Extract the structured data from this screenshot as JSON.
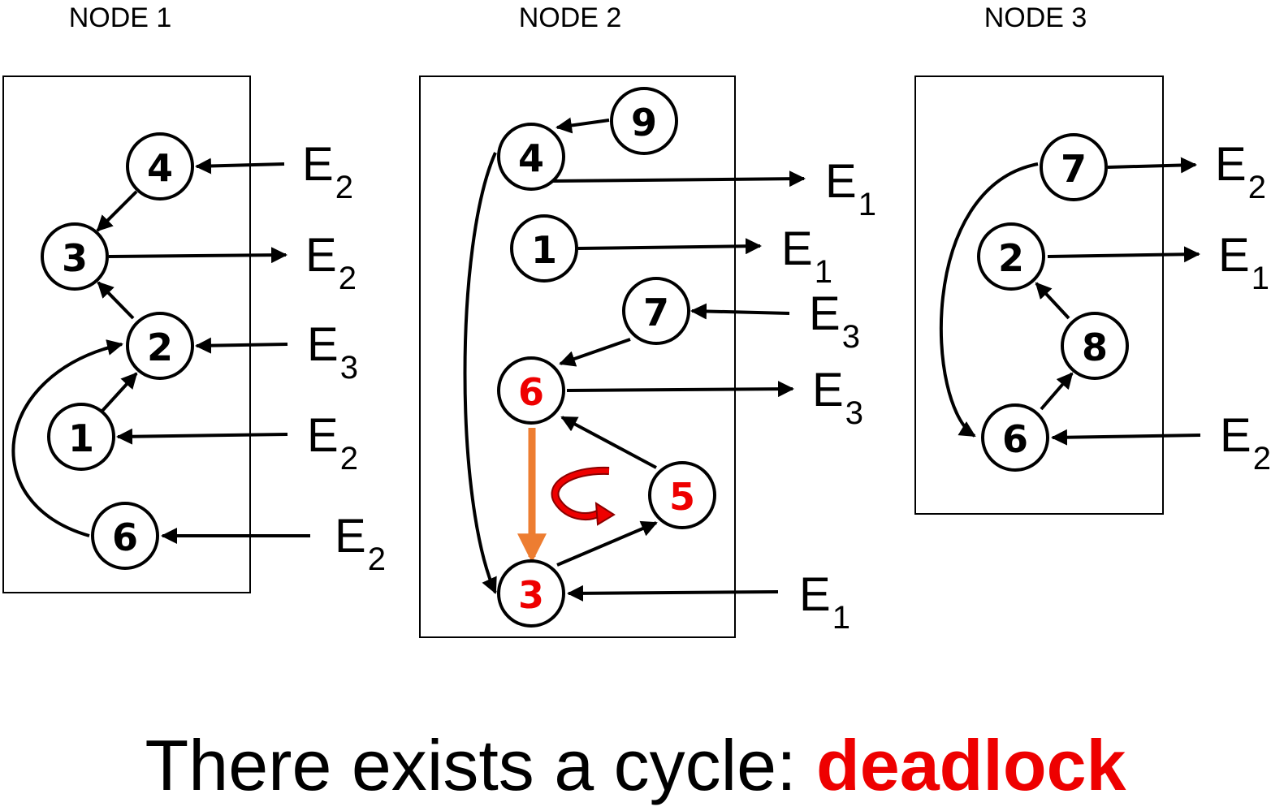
{
  "colors": {
    "highlight": "#ee0000",
    "wait_edge": "#ed7d31",
    "ink": "#000000"
  },
  "panels": [
    {
      "title": "NODE 1",
      "vertices": [
        {
          "label": "4",
          "highlight": false
        },
        {
          "label": "3",
          "highlight": false
        },
        {
          "label": "2",
          "highlight": false
        },
        {
          "label": "1",
          "highlight": false
        },
        {
          "label": "6",
          "highlight": false
        }
      ],
      "externals": [
        {
          "base": "E",
          "sub": "2"
        },
        {
          "base": "E",
          "sub": "2"
        },
        {
          "base": "E",
          "sub": "3"
        },
        {
          "base": "E",
          "sub": "2"
        },
        {
          "base": "E",
          "sub": "2"
        }
      ]
    },
    {
      "title": "NODE 2",
      "vertices": [
        {
          "label": "9",
          "highlight": false
        },
        {
          "label": "4",
          "highlight": false
        },
        {
          "label": "1",
          "highlight": false
        },
        {
          "label": "7",
          "highlight": false
        },
        {
          "label": "6",
          "highlight": true
        },
        {
          "label": "5",
          "highlight": true
        },
        {
          "label": "3",
          "highlight": true
        }
      ],
      "externals": [
        {
          "base": "E",
          "sub": "1"
        },
        {
          "base": "E",
          "sub": "1"
        },
        {
          "base": "E",
          "sub": "3"
        },
        {
          "base": "E",
          "sub": "3"
        },
        {
          "base": "E",
          "sub": "1"
        }
      ]
    },
    {
      "title": "NODE 3",
      "vertices": [
        {
          "label": "7",
          "highlight": false
        },
        {
          "label": "2",
          "highlight": false
        },
        {
          "label": "8",
          "highlight": false
        },
        {
          "label": "6",
          "highlight": false
        }
      ],
      "externals": [
        {
          "base": "E",
          "sub": "2"
        },
        {
          "base": "E",
          "sub": "1"
        },
        {
          "base": "E",
          "sub": "2"
        }
      ]
    }
  ],
  "caption": {
    "text": "There exists a cycle: ",
    "emphasis": "deadlock"
  },
  "icons": {
    "cycle_direction": "curved-arrow-icon"
  }
}
